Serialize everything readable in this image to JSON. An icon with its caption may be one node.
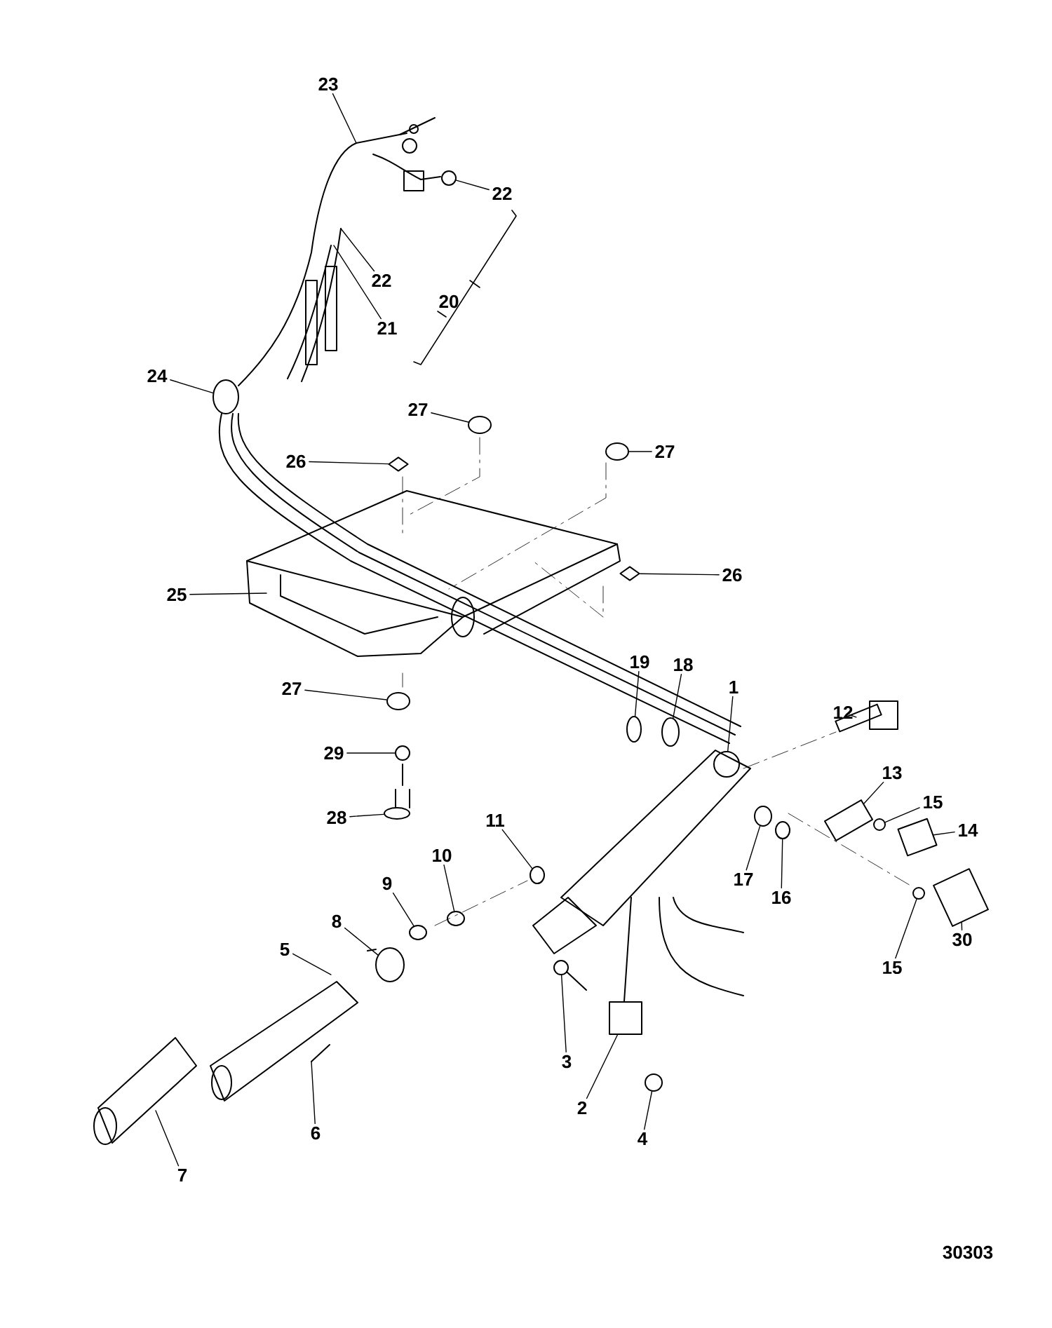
{
  "diagram": {
    "nodes": [
      {
        "text": [
          "23"
        ]
      },
      {
        "text": [
          "22"
        ]
      },
      {
        "text": [
          "22"
        ]
      },
      {
        "text": [
          "21"
        ]
      },
      {
        "text": [
          "24"
        ]
      },
      {
        "text": [
          "27"
        ]
      },
      {
        "text": [
          "26"
        ]
      },
      {
        "text": [
          "27"
        ]
      },
      {
        "text": [
          "25"
        ]
      },
      {
        "text": [
          "26"
        ]
      },
      {
        "text": [
          "12"
        ]
      },
      {
        "text": [
          "19"
        ]
      },
      {
        "text": [
          "18"
        ]
      },
      {
        "text": [
          "1"
        ]
      },
      {
        "text": [
          "27"
        ]
      },
      {
        "text": [
          "29"
        ]
      },
      {
        "text": [
          "13"
        ]
      },
      {
        "text": [
          "15"
        ]
      },
      {
        "text": [
          "28"
        ]
      },
      {
        "text": [
          "14"
        ]
      },
      {
        "text": [
          "11"
        ]
      },
      {
        "text": [
          "10"
        ]
      },
      {
        "text": [
          "17"
        ]
      },
      {
        "text": [
          "16"
        ]
      },
      {
        "text": [
          "9"
        ]
      },
      {
        "text": [
          "8"
        ]
      },
      {
        "text": [
          "5"
        ]
      },
      {
        "text": [
          "15"
        ]
      },
      {
        "text": [
          "30"
        ]
      },
      {
        "text": [
          "3"
        ]
      },
      {
        "text": [
          "2"
        ]
      },
      {
        "text": [
          "4"
        ]
      },
      {
        "text": [
          "6"
        ]
      },
      {
        "text": [
          "7"
        ]
      },
      {
        "text": [],
        "shape": "circle"
      },
      {
        "text": [],
        "shape": "circle"
      },
      {
        "text": [],
        "shape": "circle"
      },
      {
        "text": [],
        "shape": "diamond"
      },
      {
        "text": [],
        "shape": "circle"
      },
      {
        "text": [],
        "shape": "diamond"
      },
      {
        "text": [],
        "shape": "box"
      },
      {
        "text": [],
        "shape": "circle"
      },
      {
        "text": [],
        "shape": "circle"
      },
      {
        "text": [],
        "shape": "circle"
      },
      {
        "text": [],
        "shape": "circle"
      },
      {
        "text": [],
        "shape": "circle"
      },
      {
        "text": [],
        "shape": "box"
      },
      {
        "text": [],
        "shape": "circle"
      },
      {
        "text": [],
        "shape": "circle"
      },
      {
        "text": [],
        "shape": "box"
      },
      {
        "text": [],
        "shape": "circle"
      },
      {
        "text": [],
        "shape": "circle"
      },
      {
        "text": [],
        "shape": "circle"
      },
      {
        "text": [],
        "shape": "circle"
      },
      {
        "text": [],
        "shape": "circle"
      },
      {
        "text": [],
        "shape": "circle"
      },
      {
        "text": [],
        "shape": "circle"
      },
      {
        "text": [],
        "shape": "box"
      },
      {
        "text": [],
        "shape": "circle"
      },
      {
        "text": [],
        "shape": "box"
      },
      {
        "text": [],
        "shape": "circle"
      }
    ],
    "edges": [
      {
        "from": 0,
        "to": null,
        "arrow": "none"
      },
      {
        "from": 1,
        "to": 34,
        "arrow": "none"
      },
      {
        "from": 2,
        "to": null,
        "arrow": "none"
      },
      {
        "from": 3,
        "to": null,
        "arrow": "none"
      },
      {
        "from": 4,
        "to": 35,
        "arrow": "none"
      },
      {
        "from": 5,
        "to": 36,
        "arrow": "none"
      },
      {
        "from": 6,
        "to": 37,
        "arrow": "none"
      },
      {
        "from": 7,
        "to": 38,
        "arrow": "none"
      },
      {
        "from": 8,
        "to": null,
        "arrow": "none"
      },
      {
        "from": 9,
        "to": 39,
        "arrow": "none"
      },
      {
        "from": 10,
        "to": 40,
        "arrow": "none"
      },
      {
        "from": 11,
        "to": 41,
        "arrow": "none"
      },
      {
        "from": 12,
        "to": 42,
        "arrow": "none"
      },
      {
        "from": 13,
        "to": 43,
        "arrow": "none"
      },
      {
        "from": 14,
        "to": 44,
        "arrow": "none"
      },
      {
        "from": 15,
        "to": 45,
        "arrow": "none"
      },
      {
        "from": 16,
        "to": 46,
        "arrow": "none"
      },
      {
        "from": 17,
        "to": 47,
        "arrow": "none"
      },
      {
        "from": 18,
        "to": 48,
        "arrow": "none"
      },
      {
        "from": 19,
        "to": 49,
        "arrow": "none"
      },
      {
        "from": 20,
        "to": 50,
        "arrow": "none"
      },
      {
        "from": 21,
        "to": 51,
        "arrow": "none"
      },
      {
        "from": 22,
        "to": 52,
        "arrow": "none"
      },
      {
        "from": 23,
        "to": 53,
        "arrow": "none"
      },
      {
        "from": 24,
        "to": 54,
        "arrow": "none"
      },
      {
        "from": 25,
        "to": 55,
        "arrow": "none"
      },
      {
        "from": 26,
        "to": null,
        "arrow": "none"
      },
      {
        "from": 27,
        "to": 56,
        "arrow": "none"
      },
      {
        "from": 28,
        "to": 57,
        "arrow": "none"
      },
      {
        "from": 29,
        "to": 58,
        "arrow": "none"
      },
      {
        "from": 30,
        "to": 59,
        "arrow": "none"
      },
      {
        "from": 31,
        "to": 60,
        "arrow": "none"
      },
      {
        "from": 32,
        "to": null,
        "arrow": "none"
      },
      {
        "from": 33,
        "to": null,
        "arrow": "none"
      }
    ],
    "labels": [
      "20",
      "30303"
    ]
  }
}
